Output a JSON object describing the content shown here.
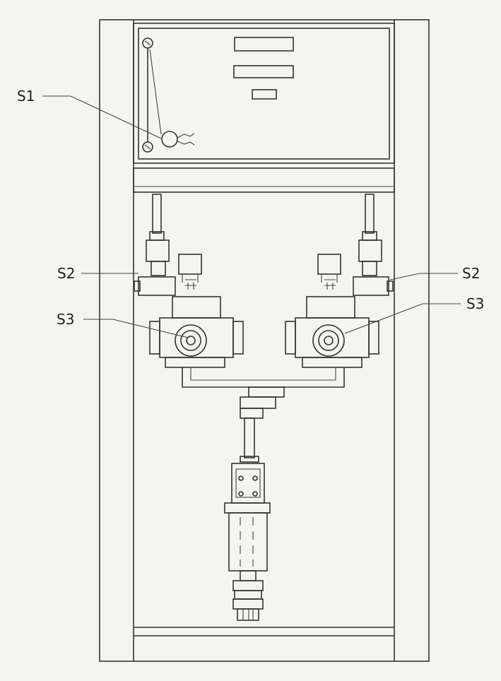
{
  "labels": {
    "s1": "S1",
    "s2_left": "S2",
    "s2_right": "S2",
    "s3_left": "S3",
    "s3_right": "S3"
  },
  "colors": {
    "background": "#f4f4f2",
    "line": "#333333"
  }
}
